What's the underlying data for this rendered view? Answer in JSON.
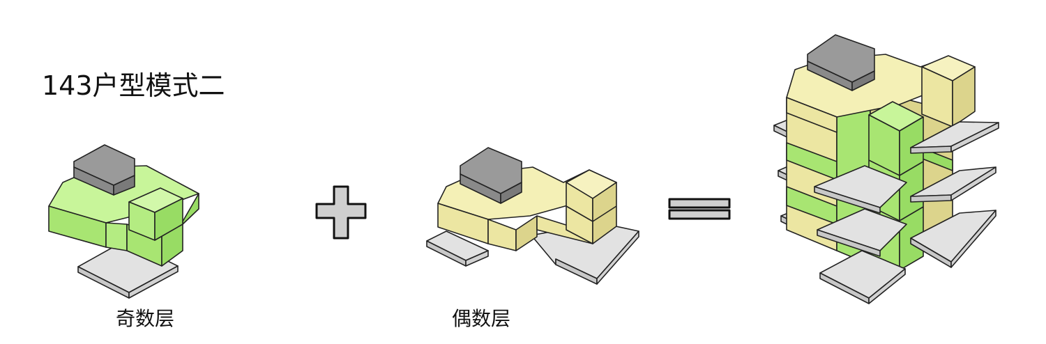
{
  "title": "143户型模式二",
  "captions": {
    "odd": "奇数层",
    "even": "偶数层"
  },
  "operators": {
    "plus": "plus-icon",
    "equals": "equals-icon"
  },
  "colors": {
    "green_top": "#c8f59a",
    "green_left": "#a8e572",
    "green_right": "#98dc64",
    "yellow_top": "#f4f0b6",
    "yellow_left": "#ece6a2",
    "yellow_right": "#dcd48c",
    "gray_block_top": "#9a9a9a",
    "gray_block_side": "#7a7a7a",
    "slab_top": "#e2e2e2",
    "slab_side": "#c8c8c8",
    "operator_fill": "#cfcfcf",
    "stroke": "#222222"
  }
}
